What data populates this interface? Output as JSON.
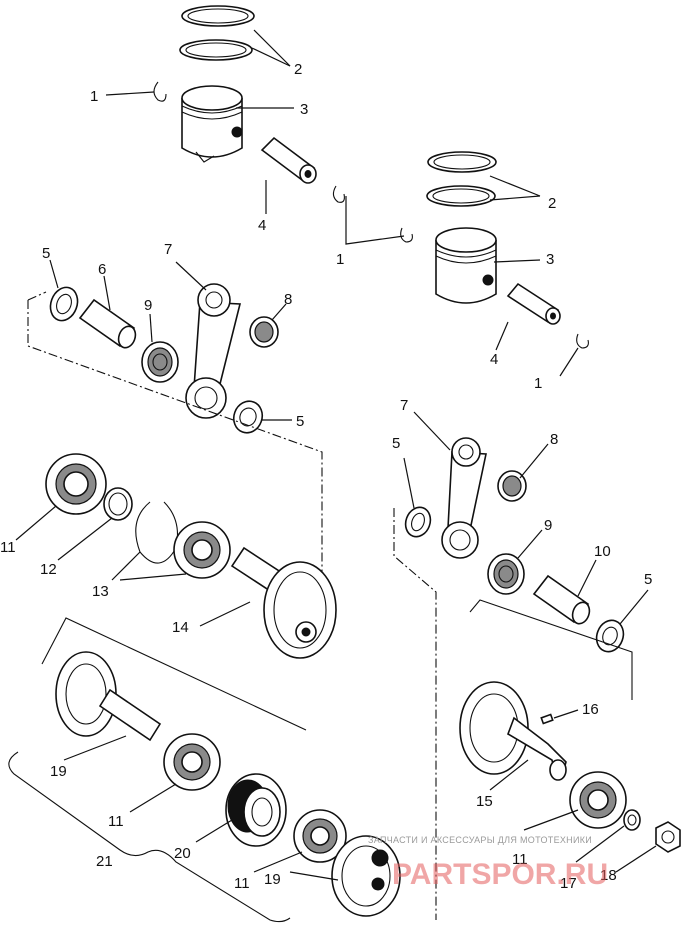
{
  "callouts": {
    "c1": "1",
    "c2": "2",
    "c3": "3",
    "c4": "4",
    "c5": "5",
    "c6": "6",
    "c7": "7",
    "c8": "8",
    "c9": "9",
    "c10": "10",
    "c11": "11",
    "c12": "12",
    "c13": "13",
    "c14": "14",
    "c15": "15",
    "c16": "16",
    "c17": "17",
    "c18": "18",
    "c19": "19",
    "c20": "20",
    "c21": "21"
  },
  "watermark": {
    "tagline": "ЗАПЧАСТИ И АКСЕССУАРЫ ДЛЯ МОТОТЕХНИКИ",
    "logo": "PARTSPOR.RU"
  }
}
